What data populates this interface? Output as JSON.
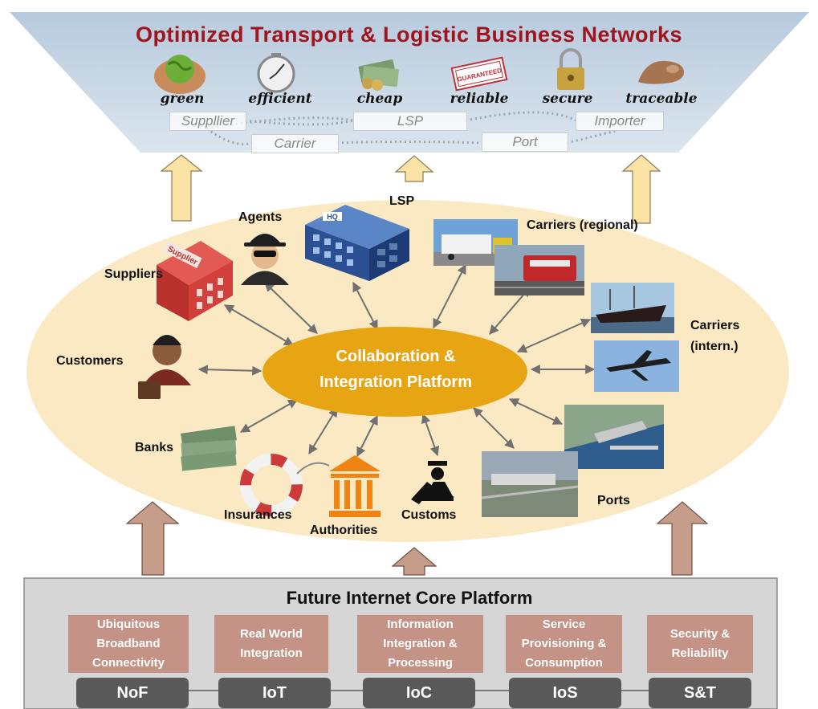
{
  "header": {
    "title": "Optimized Transport & Logistic Business Networks",
    "qualities": [
      "green",
      "efficient",
      "cheap",
      "reliable",
      "secure",
      "traceable"
    ],
    "network_nodes": [
      "Suppllier",
      "LSP",
      "Importer",
      "Carrier",
      "Port"
    ],
    "stamp_text": "GUARANTEED"
  },
  "hub": {
    "line1": "Collaboration &",
    "line2": "Integration Platform"
  },
  "actors": {
    "agents": "Agents",
    "lsp": "LSP",
    "carriers_regional": "Carriers (regional)",
    "suppliers": "Suppliers",
    "carriers_intern_1": "Carriers",
    "carriers_intern_2": "(intern.)",
    "customers": "Customers",
    "banks": "Banks",
    "insurances": "Insurances",
    "authorities": "Authorities",
    "customs": "Customs",
    "ports": "Ports",
    "hq_sign": "HQ",
    "supplier_sign": "Supplier"
  },
  "core": {
    "title": "Future Internet Core Platform",
    "capabilities": [
      {
        "l1": "Ubiquitous",
        "l2": "Broadband",
        "l3": "Connectivity",
        "code": "NoF"
      },
      {
        "l1": "Real World",
        "l2": "Integration",
        "l3": "",
        "code": "IoT"
      },
      {
        "l1": "Information",
        "l2": "Integration &",
        "l3": "Processing",
        "code": "IoC"
      },
      {
        "l1": "Service",
        "l2": "Provisioning &",
        "l3": "Consumption",
        "code": "IoS"
      },
      {
        "l1": "Security &",
        "l2": "Reliability",
        "l3": "",
        "code": "S&T"
      }
    ]
  },
  "colors": {
    "title_red": "#a0141e",
    "header_blue": "#c3d3e3",
    "ellipse_cream": "#fbe9c4",
    "hub_orange": "#e7a514",
    "capability_brown": "#c49386",
    "pill_gray": "#595959",
    "up_arrow_yellow": "#fbe3a6",
    "up_arrow_brown": "#c69c8a"
  }
}
